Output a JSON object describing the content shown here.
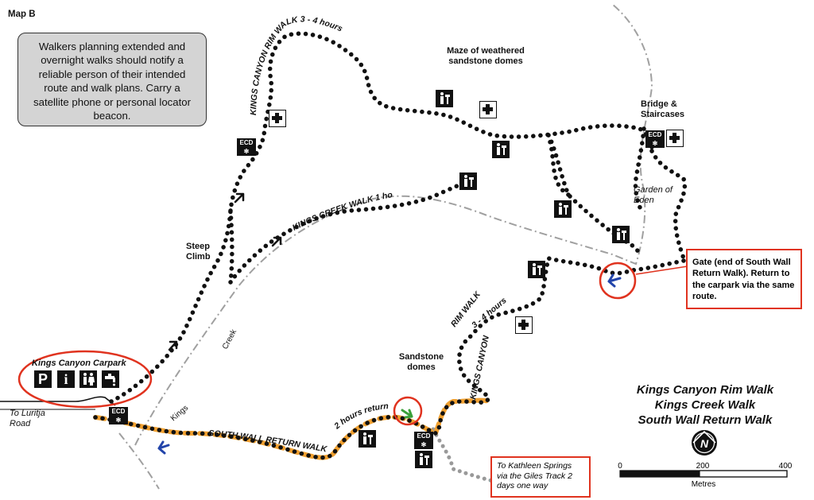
{
  "map_label": "Map B",
  "notice": "Walkers planning extended and overnight walks should notify a reliable person of their intended route and walk plans. Carry a satellite phone or personal locator beacon.",
  "legend_titles": [
    "Kings Canyon Rim Walk",
    "Kings Creek Walk",
    "South Wall Return Walk"
  ],
  "trail_labels": {
    "rim_walk_north": "KINGS CANYON RIM WALK 3 - 4 hours",
    "rim_walk_south_line1": "KINGS CANYON",
    "rim_walk_south_line2": "RIM WALK",
    "rim_walk_south_line3": "3 - 4 hours",
    "creek_walk": "KINGS CREEK WALK 1 hour",
    "south_wall": "SOUTH WALL RETURN WALK",
    "two_hours_return": "2 hours return"
  },
  "place_labels": {
    "maze": "Maze of weathered sandstone domes",
    "bridge": "Bridge & Staircases",
    "garden": "Garden of Eden",
    "steep_climb": "Steep Climb",
    "sandstone_domes": "Sandstone domes",
    "creek": "Creek",
    "kings": "Kings",
    "carpark": "Kings Canyon Carpark",
    "luritja": "To Luritja Road"
  },
  "callouts": {
    "gate": "Gate (end of South Wall Return Walk). Return to the carpark via the same route.",
    "kathleen": "To Kathleen Springs via the Giles Track 2 days one way"
  },
  "icon_labels": {
    "ecd": "ECD"
  },
  "carpark_icons": [
    "P",
    "i",
    "toilets-icon",
    "water-tap-icon"
  ],
  "scale": {
    "ticks": [
      "0",
      "200",
      "400"
    ],
    "unit": "Metres"
  },
  "north_arrow_label": "N",
  "colors": {
    "trail": "#111111",
    "south_wall_highlight": "#f0a030",
    "creek_line": "#999999",
    "callout_red": "#e0331f",
    "notice_bg": "#d4d4d4",
    "green_arrow": "#3aa03a",
    "blue_arrow": "#2244aa"
  }
}
